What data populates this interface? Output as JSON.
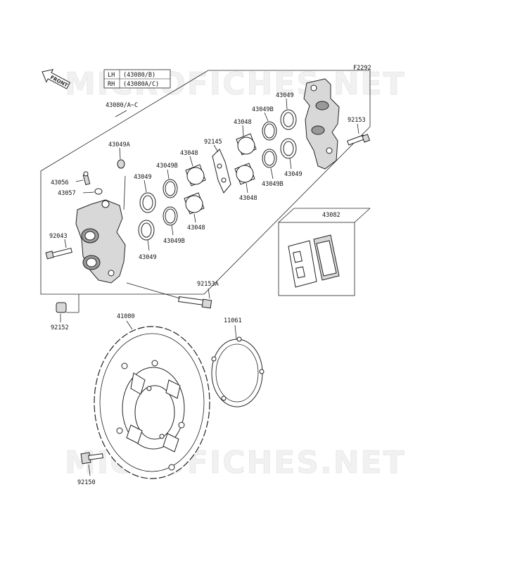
{
  "figure_code": "F2292",
  "watermark": "MICROFICHES.NET",
  "front_label": "FRONT",
  "legend": [
    {
      "side": "LH",
      "part": "(43080/B)"
    },
    {
      "side": "RH",
      "part": "(43080A/C)"
    }
  ],
  "callouts": {
    "caliper_assembly": "43080/A~C",
    "bleed_cap": "43049A",
    "bleeder_valve": "43056",
    "bleeder_nut": "43057",
    "caliper_bolt_left": "92043",
    "caliper_bolt_right": "92153",
    "caliper_bolt_bottom": "92153A",
    "spacer": "92152",
    "seal_1": "43049",
    "seal_2": "43049",
    "seal_3": "43049",
    "seal_4": "43049",
    "seal_b_1": "43049B",
    "seal_b_2": "43049B",
    "seal_b_3": "43049B",
    "seal_b_4": "43049B",
    "piston_1": "43048",
    "piston_2": "43048",
    "piston_3": "43048",
    "piston_4": "43048",
    "pad_spring": "92145",
    "pad_set": "43082",
    "disc": "41080",
    "disc_spacer": "11061",
    "disc_bolt": "92150"
  }
}
